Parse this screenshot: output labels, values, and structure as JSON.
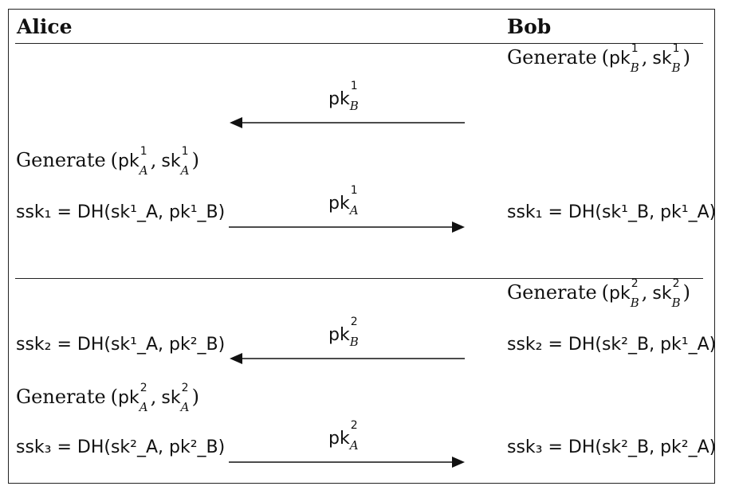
{
  "participants": {
    "left": "Alice",
    "right": "Bob"
  },
  "phase1": {
    "bob_generate": {
      "word": "Generate",
      "open": "(",
      "pk": "pk",
      "pk_sup": "1",
      "pk_sub": "B",
      "comma": ",",
      "sk": "sk",
      "sk_sup": "1",
      "sk_sub": "B",
      "close": ")"
    },
    "msg1": {
      "text": "pk",
      "sup": "1",
      "sub": "B",
      "direction": "left"
    },
    "alice_generate": {
      "word": "Generate",
      "open": "(",
      "pk": "pk",
      "pk_sup": "1",
      "pk_sub": "A",
      "comma": ",",
      "sk": "sk",
      "sk_sup": "1",
      "sk_sub": "A",
      "close": ")"
    },
    "msg2": {
      "text": "pk",
      "sup": "1",
      "sub": "A",
      "direction": "right"
    },
    "alice_ssk": "ssk₁ = DH(sk¹_A, pk¹_B)",
    "bob_ssk": "ssk₁ = DH(sk¹_B, pk¹_A)"
  },
  "phase2": {
    "bob_generate": {
      "word": "Generate",
      "pk_sup": "2",
      "pk_sub": "B",
      "sk_sup": "2",
      "sk_sub": "B"
    },
    "msg1": {
      "text": "pk",
      "sup": "2",
      "sub": "B",
      "direction": "left"
    },
    "alice_ssk2": "ssk₂ = DH(sk¹_A, pk²_B)",
    "bob_ssk2": "ssk₂ = DH(sk²_B, pk¹_A)",
    "alice_generate": {
      "word": "Generate",
      "pk_sup": "2",
      "pk_sub": "A",
      "sk_sup": "2",
      "sk_sub": "A"
    },
    "msg2": {
      "text": "pk",
      "sup": "2",
      "sub": "A",
      "direction": "right"
    },
    "alice_ssk3": "ssk₃ = DH(sk²_A, pk²_B)",
    "bob_ssk3": "ssk₃ = DH(sk²_B, pk²_A)"
  }
}
